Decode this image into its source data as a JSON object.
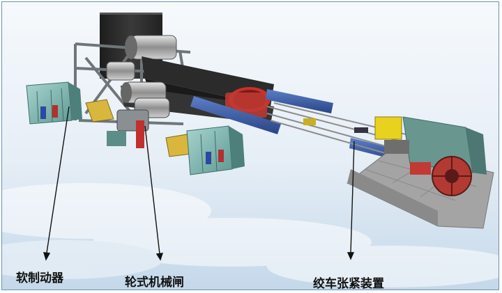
{
  "labels": {
    "soft_brake": "软制动器",
    "wheel_brake": "轮式机械闸",
    "winch_tension": "绞车张紧装置"
  },
  "colors": {
    "sky_top": "#f4f8fb",
    "sky_bottom": "#cfe0ee",
    "frame_border": "#6b8fb8",
    "belt": "#2a2a2a",
    "steel": "#9aa3a8",
    "blue_beam": "#3d5fa8",
    "hydraulic_teal": "#7fb6b0",
    "yellow_motor": "#e8d21e",
    "red_drum": "#b23a33",
    "concrete": "#a6a6a6"
  }
}
